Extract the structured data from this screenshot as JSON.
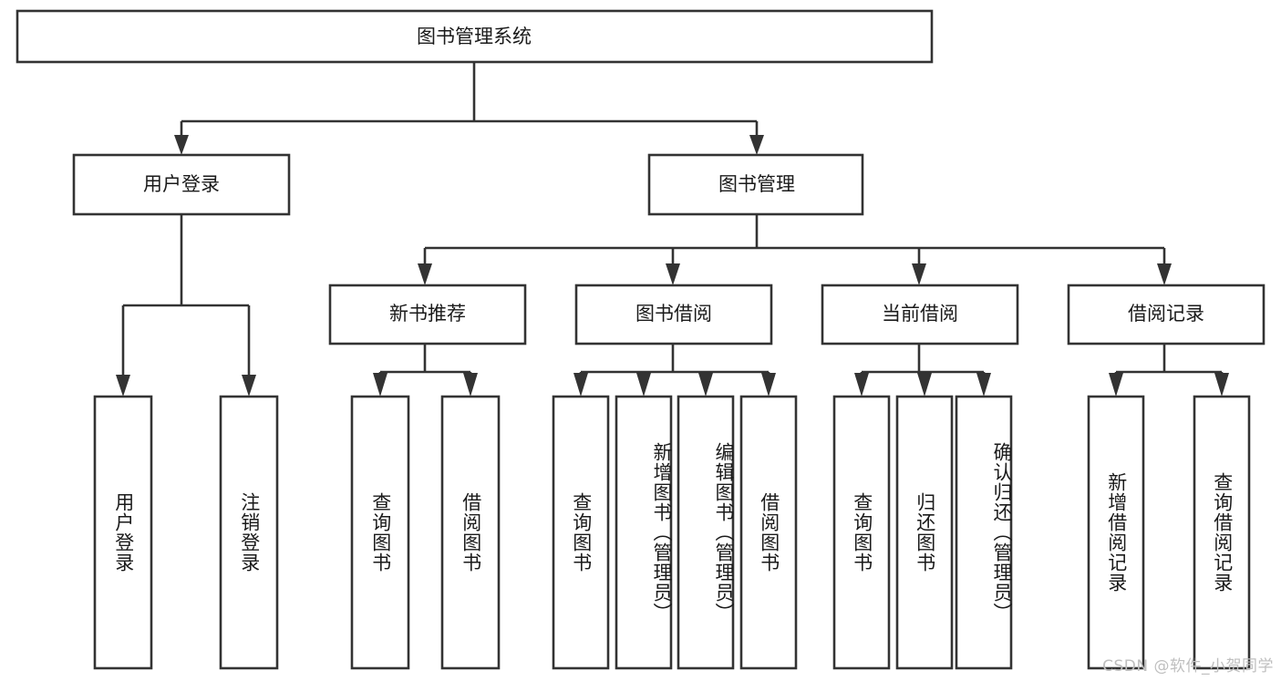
{
  "diagram": {
    "type": "tree-hierarchy",
    "title": "图书管理系统",
    "orientation": "top-down",
    "watermark": "CSDN @软件_小贺同学",
    "colors": {
      "box_stroke": "#333333",
      "box_fill": "#ffffff",
      "connector": "#333333",
      "text": "#1a1a1a",
      "background": "#ffffff",
      "watermark": "#bfbfbf"
    },
    "levels": {
      "root": {
        "label": "图书管理系统"
      },
      "level2": [
        {
          "label": "用户登录"
        },
        {
          "label": "图书管理"
        }
      ],
      "level3": [
        {
          "label": "新书推荐"
        },
        {
          "label": "图书借阅"
        },
        {
          "label": "当前借阅"
        },
        {
          "label": "借阅记录"
        }
      ]
    },
    "nodes": {
      "root": {
        "label": "图书管理系统"
      },
      "user_login": {
        "label": "用户登录"
      },
      "book_manage": {
        "label": "图书管理"
      },
      "new_book_rec": {
        "label": "新书推荐"
      },
      "book_borrow": {
        "label": "图书借阅"
      },
      "current_borrow": {
        "label": "当前借阅"
      },
      "borrow_record": {
        "label": "借阅记录"
      }
    },
    "leaves": {
      "user_login_children": [
        {
          "label": "用户登录"
        },
        {
          "label": "注销登录"
        }
      ],
      "new_book_rec_children": [
        {
          "label": "查询图书"
        },
        {
          "label": "借阅图书"
        }
      ],
      "book_borrow_children": [
        {
          "label": "查询图书"
        },
        {
          "label": "新增图书（管理员）"
        },
        {
          "label": "编辑图书（管理员）"
        },
        {
          "label": "借阅图书"
        }
      ],
      "current_borrow_children": [
        {
          "label": "查询图书"
        },
        {
          "label": "归还图书"
        },
        {
          "label": "确认归还（管理员）"
        }
      ],
      "borrow_record_children": [
        {
          "label": "新增借阅记录"
        },
        {
          "label": "查询借阅记录"
        }
      ]
    }
  }
}
